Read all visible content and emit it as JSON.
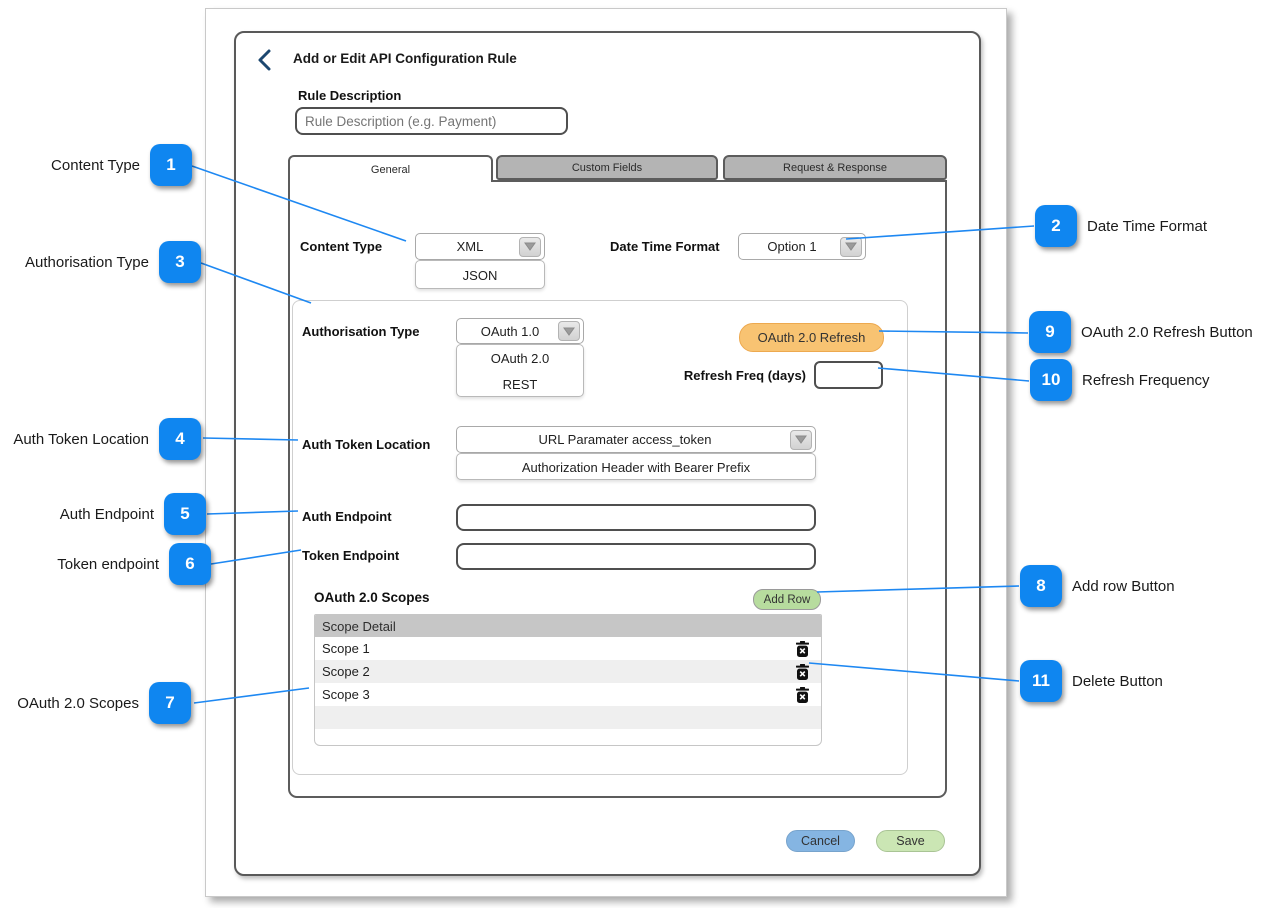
{
  "window": {
    "title": "Add or Edit API Configuration Rule"
  },
  "rule_description": {
    "label": "Rule Description",
    "placeholder": "Rule Description (e.g. Payment)"
  },
  "tabs": [
    {
      "label": "General",
      "active": true
    },
    {
      "label": "Custom Fields",
      "active": false
    },
    {
      "label": "Request & Response",
      "active": false
    }
  ],
  "general_tab": {
    "content_type": {
      "label": "Content Type",
      "selected": "XML",
      "options": [
        "JSON"
      ]
    },
    "date_time_format": {
      "label": "Date Time Format",
      "selected": "Option 1"
    },
    "authorisation": {
      "type": {
        "label": "Authorisation Type",
        "selected": "OAuth 1.0",
        "options": [
          "OAuth 2.0",
          "REST"
        ]
      },
      "refresh_button_label": "OAuth 2.0 Refresh",
      "refresh_freq": {
        "label": "Refresh Freq (days)",
        "value": ""
      },
      "token_location": {
        "label": "Auth Token Location",
        "selected": "URL Paramater access_token",
        "options": [
          "Authorization Header with Bearer Prefix"
        ]
      },
      "auth_endpoint": {
        "label": "Auth Endpoint",
        "value": ""
      },
      "token_endpoint": {
        "label": "Token Endpoint",
        "value": ""
      },
      "scopes": {
        "label": "OAuth 2.0 Scopes",
        "add_row_label": "Add Row",
        "column_header": "Scope Detail",
        "rows": [
          {
            "scope": "Scope 1"
          },
          {
            "scope": "Scope 2"
          },
          {
            "scope": "Scope 3"
          }
        ]
      }
    }
  },
  "footer": {
    "cancel_label": "Cancel",
    "save_label": "Save"
  },
  "callouts": [
    {
      "number": "1",
      "label": "Content Type",
      "side": "left"
    },
    {
      "number": "2",
      "label": "Date Time Format",
      "side": "right"
    },
    {
      "number": "3",
      "label": "Authorisation Type",
      "side": "left"
    },
    {
      "number": "4",
      "label": "Auth Token Location",
      "side": "left"
    },
    {
      "number": "5",
      "label": "Auth Endpoint",
      "side": "left"
    },
    {
      "number": "6",
      "label": "Token endpoint",
      "side": "left"
    },
    {
      "number": "7",
      "label": "OAuth 2.0 Scopes",
      "side": "left"
    },
    {
      "number": "8",
      "label": "Add row Button",
      "side": "right"
    },
    {
      "number": "9",
      "label": "OAuth 2.0 Refresh Button",
      "side": "right"
    },
    {
      "number": "10",
      "label": "Refresh Frequency",
      "side": "right"
    },
    {
      "number": "11",
      "label": "Delete Button",
      "side": "right"
    }
  ],
  "colors": {
    "callout_blue": "#0f86f0",
    "connector_blue": "#1e88f2",
    "refresh_orange": "#f8c372",
    "add_row_green": "#b7dc9e",
    "save_green": "#cbe6b4",
    "cancel_blue": "#85b5e2",
    "tab_inactive_gray": "#b4b4b4",
    "table_header_gray": "#c6c6c6",
    "back_chevron_navy": "#1c4770"
  }
}
